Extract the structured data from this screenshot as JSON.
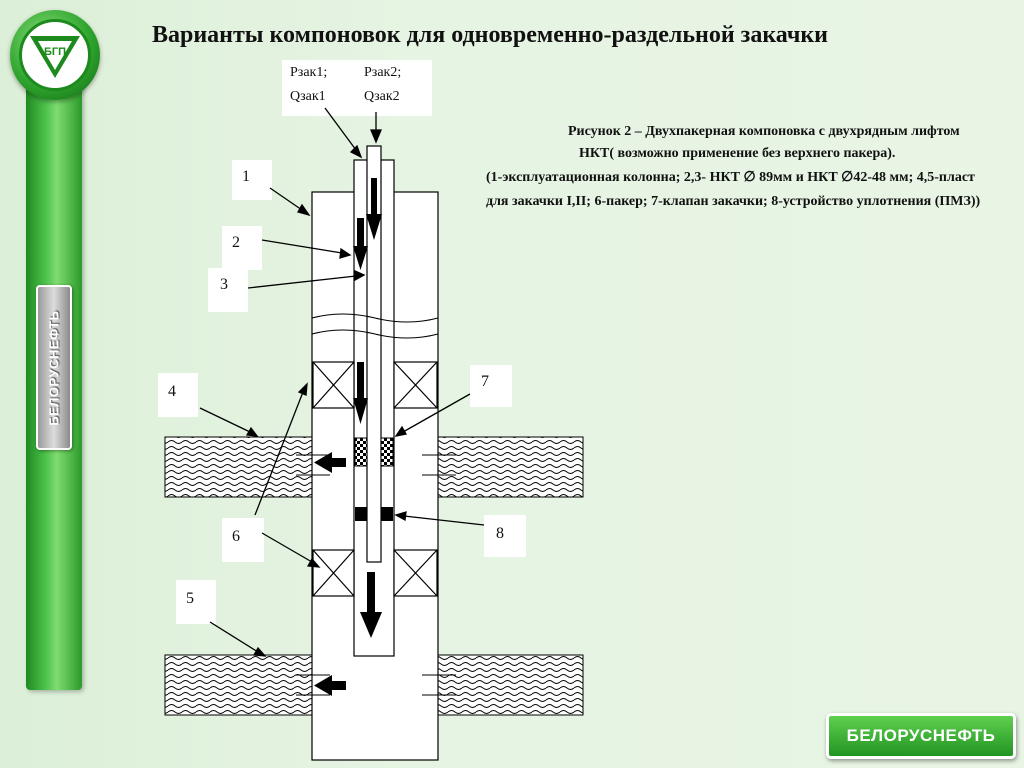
{
  "slide": {
    "title": "Варианты компоновок для одновременно-раздельной закачки",
    "side_label": "БЕЛОРУСНЕФТЬ",
    "brand": "БЕЛОРУСНЕФТЬ",
    "logo_text": "БГП"
  },
  "pressure_box": {
    "col1_line1": "Рзак1;",
    "col1_line2": "Qзак1",
    "col2_line1": "Рзак2;",
    "col2_line2": "Qзак2"
  },
  "caption": {
    "line1": "Рисунок 2 – Двухпакерная компоновка с двухрядным лифтом",
    "line2": "НКТ( возможно применение без верхнего пакера).",
    "line3": "(1-эксплуатационная колонна; 2,3- НКТ ∅ 89мм и НКТ ∅42-48 мм; 4,5-пласт для закачки I,II; 6-пакер; 7-клапан закачки; 8-устройство уплотнения (ПМЗ))"
  },
  "callouts": {
    "n1": "1",
    "n2": "2",
    "n3": "3",
    "n4": "4",
    "n5": "5",
    "n6": "6",
    "n7": "7",
    "n8": "8"
  },
  "colors": {
    "accent_green": "#2ea52e",
    "diagram_line": "#000000"
  }
}
